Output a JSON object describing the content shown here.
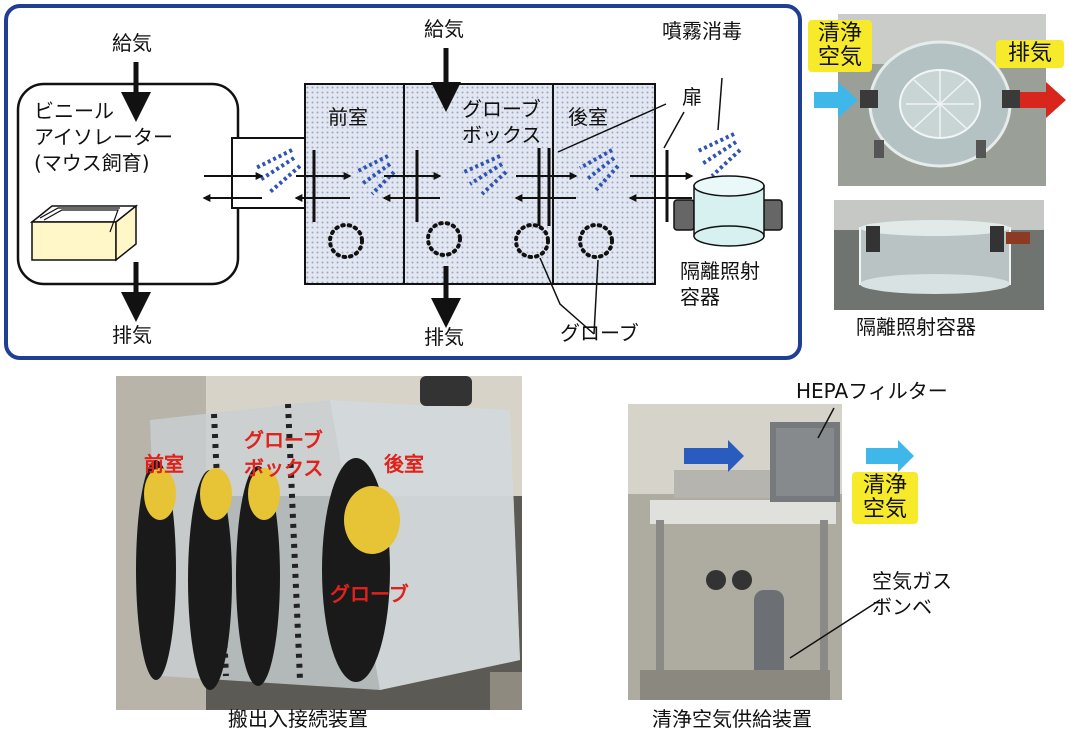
{
  "diagram": {
    "supply_left": "給気",
    "exhaust_left": "排気",
    "vinyl_isolator": [
      "ビニール",
      "アイソレーター",
      "(マウス飼育)"
    ],
    "supply_center": "給気",
    "exhaust_center": "排気",
    "front_room": "前室",
    "glove_box": [
      "グローブ",
      "ボックス"
    ],
    "rear_room": "後室",
    "spray_disinfection": "噴霧消毒",
    "door": "扉",
    "isolation_container": [
      "隔離照射",
      "容器"
    ],
    "glove": "グローブ"
  },
  "top_right_photo": {
    "clean_air": [
      "清浄",
      "空気"
    ],
    "exhaust": "排気",
    "caption": "隔離照射容器"
  },
  "bottom_left_photo": {
    "front_room": "前室",
    "glove_box": [
      "グローブ",
      "ボックス"
    ],
    "rear_room": "後室",
    "glove": "グローブ",
    "caption": "搬出入接続装置"
  },
  "bottom_right_photo": {
    "hepa_filter": "HEPAフィルター",
    "clean_air": [
      "清浄",
      "空気"
    ],
    "gas_cylinder": [
      "空気ガス",
      "ボンベ"
    ],
    "caption": "清浄空気供給装置"
  },
  "colors": {
    "frame_blue": "#1f3f95",
    "spray_blue": "#2f54b2",
    "arrow_cyan": "#3fb7e8",
    "arrow_red": "#d9261c",
    "arrow_blue": "#2a5cc0",
    "label_yellow": "#f6ea2a",
    "label_red": "#e0221b"
  }
}
